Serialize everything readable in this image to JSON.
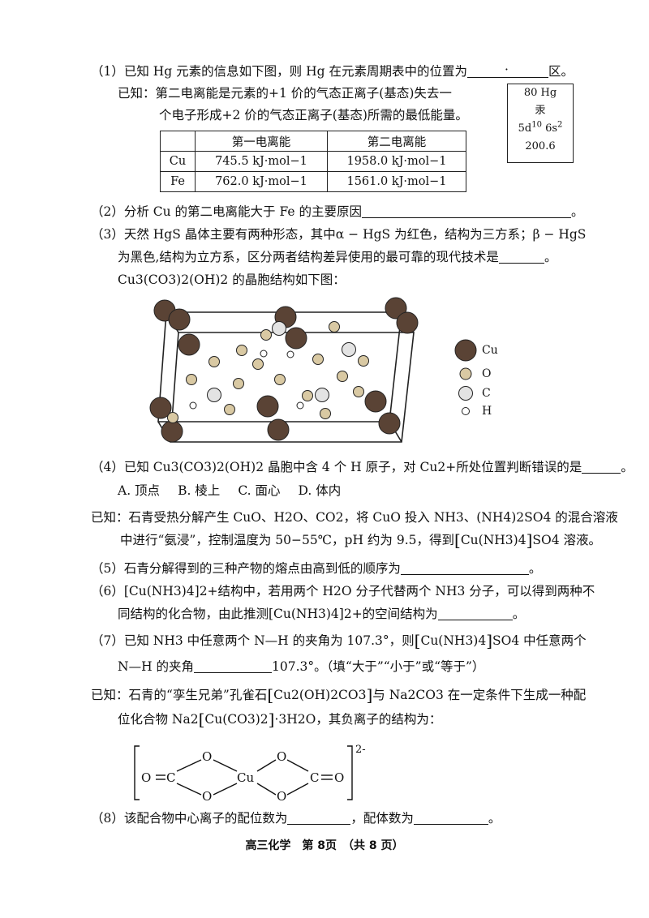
{
  "q1": {
    "prefix": "（1）已知 Hg 元素的信息如下图，则 Hg 在元素周期表中的位置为",
    "blank_dot": "·",
    "suffix": "区。",
    "known_line1": "已知：第二电离能是元素的+1 价的气态正离子(基态)失去一",
    "known_line2": "个电子形成+2 价的气态正离子(基态)所需的最低能量。"
  },
  "hg_box": {
    "number_symbol": "80 Hg",
    "name": "汞",
    "config": "5d10 6s2",
    "mass": "200.6"
  },
  "ion_table": {
    "headers": [
      "",
      "第一电离能",
      "第二电离能"
    ],
    "rows": [
      [
        "Cu",
        "745.5 kJ·mol−1",
        "1958.0 kJ·mol−1"
      ],
      [
        "Fe",
        "762.0 kJ·mol−1",
        "1561.0 kJ·mol−1"
      ]
    ]
  },
  "q2": {
    "text": "（2）分析 Cu 的第二电离能大于 Fe 的主要原因",
    "end": "。"
  },
  "q3": {
    "line1": "（3）天然 HgS 晶体主要有两种形态，其中α − HgS 为红色，结构为三方系；β − HgS",
    "line2": "为黑色,结构为立方系，区分两者结构差异使用的最可靠的现代技术是",
    "end": "。",
    "line3": "Cu3(CO3)2(OH)2 的晶胞结构如下图："
  },
  "legend": {
    "cu": "Cu",
    "o": "O",
    "c": "C",
    "h": "H"
  },
  "q4": {
    "text": "（4）已知 Cu3(CO3)2(OH)2 晶胞中含 4 个 H 原子，对 Cu2+所处位置判断错误的是",
    "end": "。",
    "options": [
      "A. 顶点",
      "B. 棱上",
      "C. 面心",
      "D. 体内"
    ]
  },
  "known2": {
    "line1": "已知：石青受热分解产生 CuO、H2O、CO2，将 CuO 投入 NH3、(NH4)2SO4 的混合溶液",
    "line2a": "中进行“氨浸”，控制温度为 50−55℃，pH 约为 9.5，得到",
    "line2b": "Cu(NH3)4",
    "line2c": "SO4 溶液。"
  },
  "q5": {
    "text": "（5）石青分解得到的三种产物的熔点由高到低的顺序为",
    "end": "。"
  },
  "q6": {
    "line1": "（6）[Cu(NH3)4]2+结构中，若用两个 H2O 分子代替两个 NH3 分子，可以得到两种不",
    "line2": "同结构的化合物，由此推测[Cu(NH3)4]2+的空间结构为",
    "end": "。"
  },
  "q7": {
    "line1a": "（7）已知 NH3 中任意两个 N—H 的夹角为 107.3°，则",
    "line1b": "Cu(NH3)4",
    "line1c": "SO4 中任意两个",
    "line2a": "N—H 的夹角",
    "line2b": "107.3°。（填“大于”“小于”或“等于”）"
  },
  "known3": {
    "line1a": "已知：石青的“孪生兄弟”孔雀石",
    "line1b": "Cu2(OH)2CO3",
    "line1c": "与 Na2CO3 在一定条件下生成一种配",
    "line2a": "位化合物 Na2",
    "line2b": "Cu(CO3)2",
    "line2c": "·3H2O，其负离子的结构为："
  },
  "anion": {
    "left_o": "O",
    "left_c": "C",
    "cu": "Cu",
    "right_c": "C",
    "right_o": "O",
    "ring_o": "O",
    "charge": "2-"
  },
  "q8": {
    "text1": "（8）该配合物中心离子的配位数为",
    "text2": "，配体数为",
    "end": "。"
  },
  "footer": "高三化学　第 8页　（共 8 页）"
}
